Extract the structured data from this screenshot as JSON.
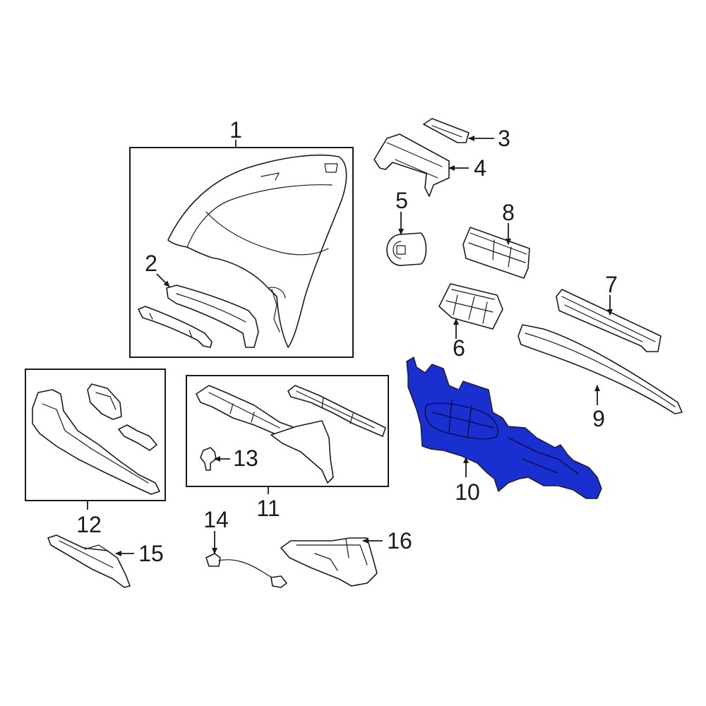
{
  "diagram": {
    "highlight_color": "#1a2fd0",
    "callouts": [
      {
        "id": "1",
        "label": "1"
      },
      {
        "id": "2",
        "label": "2"
      },
      {
        "id": "3",
        "label": "3"
      },
      {
        "id": "4",
        "label": "4"
      },
      {
        "id": "5",
        "label": "5"
      },
      {
        "id": "6",
        "label": "6"
      },
      {
        "id": "7",
        "label": "7"
      },
      {
        "id": "8",
        "label": "8"
      },
      {
        "id": "9",
        "label": "9"
      },
      {
        "id": "10",
        "label": "10"
      },
      {
        "id": "11",
        "label": "11"
      },
      {
        "id": "12",
        "label": "12"
      },
      {
        "id": "13",
        "label": "13"
      },
      {
        "id": "14",
        "label": "14"
      },
      {
        "id": "15",
        "label": "15"
      },
      {
        "id": "16",
        "label": "16"
      }
    ],
    "highlighted_part": "10"
  }
}
